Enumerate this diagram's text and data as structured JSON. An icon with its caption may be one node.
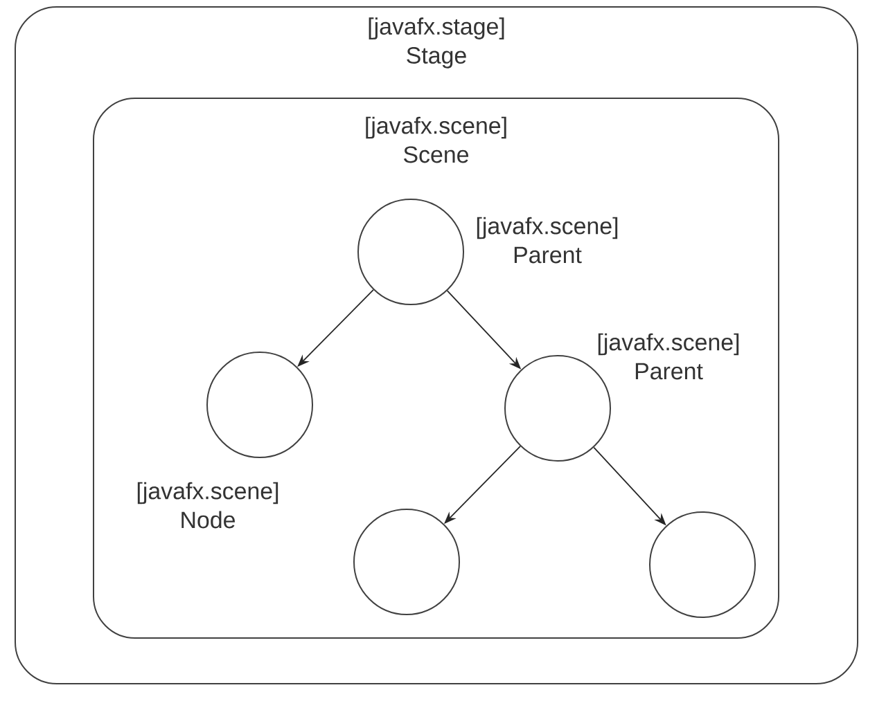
{
  "diagram": {
    "nodes": [
      {
        "text": [
          "[javafx.stage] Stage"
        ]
      },
      {
        "text": [
          "[javafx.scene] Scene"
        ],
        "in": 0
      },
      {
        "text": [],
        "shape": "circle",
        "in": 1,
        "beside": [
          "[javafx.scene] Parent"
        ]
      },
      {
        "text": [],
        "shape": "circle",
        "in": 1,
        "beside": [
          "[javafx.scene] Node"
        ]
      },
      {
        "text": [],
        "shape": "circle",
        "in": 1,
        "beside": [
          "[javafx.scene] Parent"
        ]
      },
      {
        "text": [],
        "shape": "circle",
        "in": 1
      },
      {
        "text": [],
        "shape": "circle",
        "in": 1
      }
    ],
    "edges": [
      {
        "from": 2,
        "to": 3,
        "arrow": "to"
      },
      {
        "from": 2,
        "to": 4,
        "arrow": "to"
      },
      {
        "from": 4,
        "to": 5,
        "arrow": "to"
      },
      {
        "from": 4,
        "to": 6,
        "arrow": "to"
      }
    ]
  }
}
